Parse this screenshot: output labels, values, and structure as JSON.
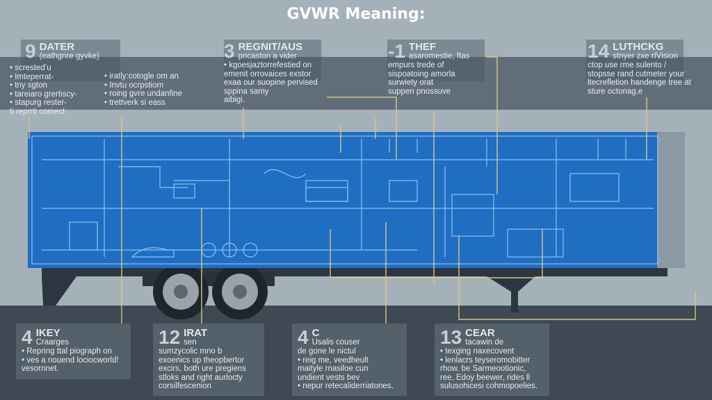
{
  "title": "GVWR Meaning:",
  "colors": {
    "blueprint": "#1f6ec2",
    "background": "#a5b1b9",
    "dark_band": "#3e4953",
    "leader_line": "#d9c48a"
  },
  "top_panels": [
    {
      "number": "9",
      "heading": "DATER",
      "subtitle": "(eathgnre gyvke)",
      "lines": [
        "• scrested’u",
        "• Imteperrat-",
        "• tny sgton",
        "• tareiaro grertiscy-",
        "• stapurg rester-",
        "  ti reprrti comect"
      ],
      "lines2": [
        "• iratly:cotogle om an",
        "• Invtu ocrpstiom",
        "• roing gvre undanfine",
        "• trettverk si eass"
      ]
    },
    {
      "number": "3",
      "heading": "REGNIT/AUS",
      "subtitle": "pricaston a vider",
      "lines": [
        "• kgoesjaztorrefestied on",
        "emenit orrovaices exstor",
        "exaa our suopine pervised",
        "sppina samy",
        "aibigi."
      ]
    },
    {
      "number": "-1",
      "heading": "THEF",
      "subtitle": "asaromestie, ftas",
      "lines": [
        "empurs trede of",
        "sispoatoing amorla",
        "surwiety orat",
        "suppen pnossuve"
      ]
    },
    {
      "number": "14",
      "heading": "LUTHCKG",
      "subtitle": "stnyer zxe rIVision",
      "lines": [
        "ctop use rme sulento /",
        "stopsse rand cutmeter your",
        "ltecrefletion handenge tree at",
        "sture octonag,e"
      ]
    }
  ],
  "bottom_panels": [
    {
      "number": "4",
      "heading": "IKEY",
      "subtitle": "Craarges",
      "lines": [
        "• Repring ttal piograph on",
        "• ves a nouend lociocworld!",
        "  vesornnet."
      ]
    },
    {
      "number": "12",
      "heading": "IRAT",
      "subtitle": "sen",
      "lines": [
        "  sumzycolic mno b",
        "exoenics up theopbertor",
        "excirs, both ure pregiens",
        "stloks and right aurlocty",
        "corsilfescenion"
      ]
    },
    {
      "number": "4",
      "heading": "C",
      "subtitle": "Usalis couser",
      "lines": [
        "  de gone le nictul",
        "• reig me, veedheult",
        "maityle rnasiloe cun",
        "undient vests bev",
        "• nepur retecaliderriatones,"
      ]
    },
    {
      "number": "13",
      "heading": "CEAR",
      "subtitle": "tacawin de",
      "lines": [
        "• texging naxecovent",
        "• lenlacrs teyseromobitter",
        "rhow. be Sarmeootionic,",
        "ree, Edoy beewer, rides ll",
        "sulusohicesi cohmopoelies."
      ]
    }
  ]
}
